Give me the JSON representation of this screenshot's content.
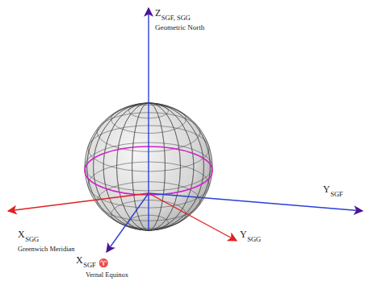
{
  "diagram": {
    "labels": [
      "Z",
      "SGF, SGG",
      "Geometric North",
      "Y",
      "SGF",
      "X",
      "SGG",
      "Greenwich Meridian",
      "Y",
      "SGG",
      "X",
      "SGF",
      "♈",
      "Vernal Equinox"
    ]
  }
}
